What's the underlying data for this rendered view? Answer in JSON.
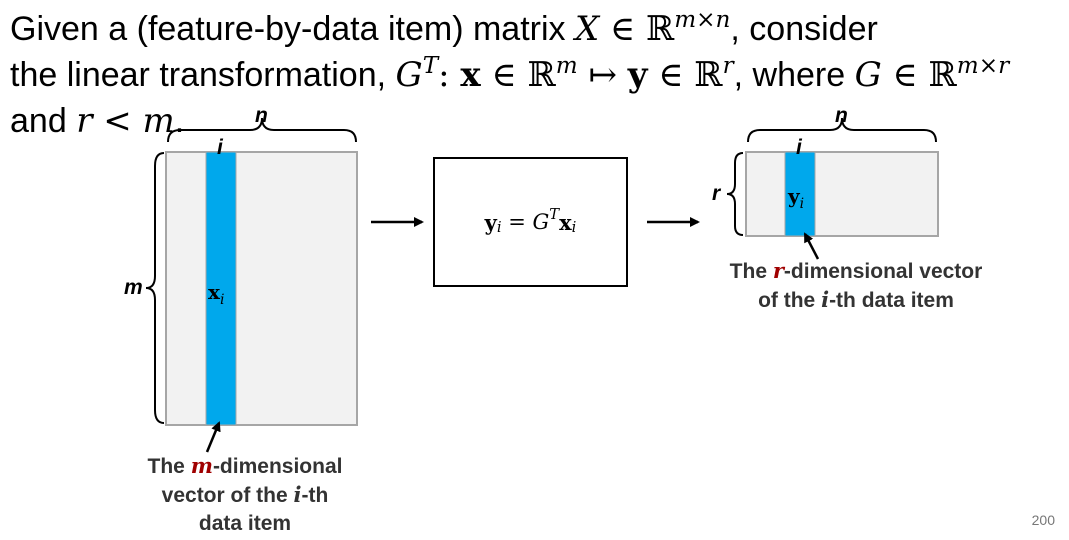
{
  "statement": {
    "line1_prefix": "Given a (feature-by-data item) matrix ",
    "line1_math_X": "X",
    "line1_math_in": " ∈ ℝ",
    "line1_math_sup": "m×n",
    "line1_suffix": ", consider",
    "line2_prefix": "the linear transformation, ",
    "line2_G": "G",
    "line2_T": "T",
    "line2_colon": ": ",
    "line2_x": "x",
    "line2_in1": " ∈ ℝ",
    "line2_sup_m": "m",
    "line2_maps": " ↦ ",
    "line2_y": "y",
    "line2_in2": " ∈ ℝ",
    "line2_sup_r": "r",
    "line2_where": ", where ",
    "line2_G2": "G",
    "line2_in3": " ∈ ℝ",
    "line2_sup_mr": "m×r",
    "line3_prefix": "and ",
    "line3_math": "r < m",
    "line3_suffix": "."
  },
  "left_matrix": {
    "label_n": "n",
    "label_m": "m",
    "label_i": "i",
    "vector_label": "x",
    "vector_sub": "i"
  },
  "equation": {
    "y": "y",
    "y_sub": "i",
    "eq": " = ",
    "G": "G",
    "T": "T",
    "x": "x",
    "x_sub": "i"
  },
  "right_matrix": {
    "label_n": "n",
    "label_r": "r",
    "label_i": "i",
    "vector_label": "y",
    "vector_sub": "i"
  },
  "caption_left": {
    "part1": "The ",
    "m": "m",
    "part2": "-dimensional",
    "part3": "vector of the ",
    "i": "i",
    "part4": "-th",
    "part5": "data item"
  },
  "caption_right": {
    "part1": "The ",
    "r": "r",
    "part2": "-dimensional vector",
    "part3": "of the ",
    "i": "i",
    "part4": "-th data item"
  },
  "page_number": "200",
  "colors": {
    "vector_fill": "#00a8ec",
    "matrix_fill": "#f2f2f2",
    "matrix_border": "#a6a6a6",
    "highlight_red": "#a00000"
  }
}
